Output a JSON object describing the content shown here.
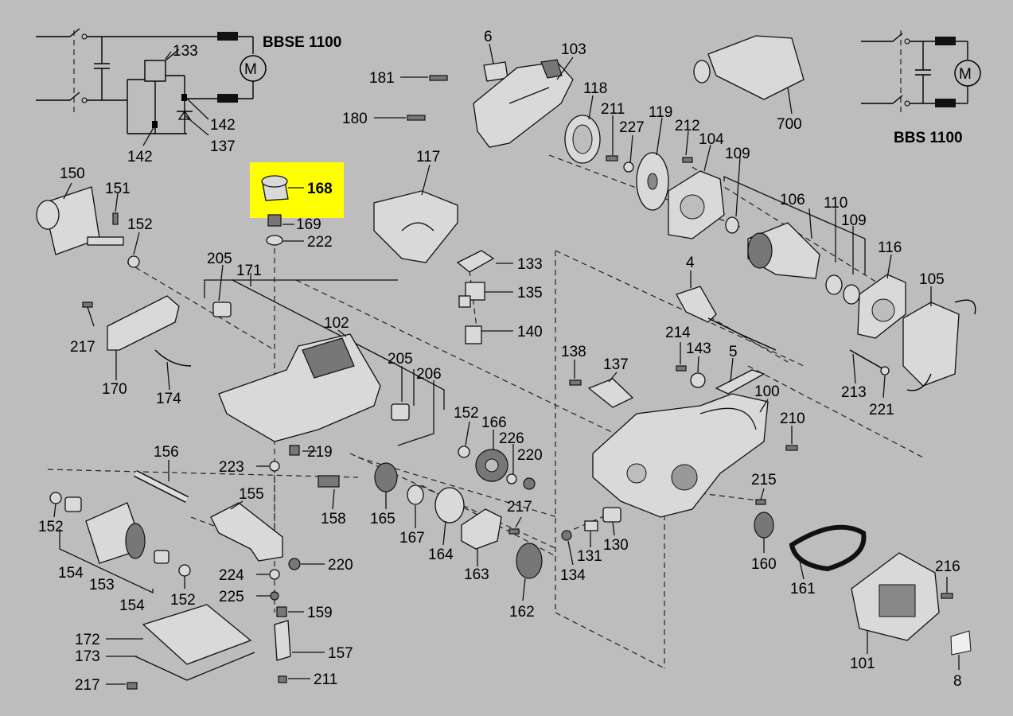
{
  "models": {
    "left": "BBSE 1100",
    "right": "BBS 1100"
  },
  "highlight": {
    "part": "168",
    "color": "#ffff00"
  },
  "labels": {
    "p6": "6",
    "p103": "103",
    "p181": "181",
    "p180": "180",
    "p118": "118",
    "p211a": "211",
    "p227": "227",
    "p119": "119",
    "p212": "212",
    "p104": "104",
    "p109a": "109",
    "p700": "700",
    "p133a": "133",
    "p142a": "142",
    "p142b": "142",
    "p137a": "137",
    "p150": "150",
    "p151": "151",
    "p152a": "152",
    "p168": "168",
    "p169": "169",
    "p222": "222",
    "p117": "117",
    "p106": "106",
    "p110": "110",
    "p109b": "109",
    "p116": "116",
    "p105": "105",
    "p133b": "133",
    "p135": "135",
    "p140": "140",
    "p4": "4",
    "p205a": "205",
    "p171": "171",
    "p102": "102",
    "p217a": "217",
    "p170": "170",
    "p174": "174",
    "p214": "214",
    "p143": "143",
    "p5": "5",
    "p138": "138",
    "p137b": "137",
    "p213": "213",
    "p221": "221",
    "p100": "100",
    "p210": "210",
    "p205b": "205",
    "p206": "206",
    "p152b": "152",
    "p166": "166",
    "p226": "226",
    "p220a": "220",
    "p219": "219",
    "p223": "223",
    "p156": "156",
    "p155": "155",
    "p158": "158",
    "p165": "165",
    "p167": "167",
    "p164": "164",
    "p217b": "217",
    "p163": "163",
    "p131": "131",
    "p130": "130",
    "p134": "134",
    "p215": "215",
    "p160": "160",
    "p161": "161",
    "p216": "216",
    "p101": "101",
    "p8": "8",
    "p152c": "152",
    "p154a": "154",
    "p153": "153",
    "p154b": "154",
    "p152d": "152",
    "p220b": "220",
    "p224": "224",
    "p225": "225",
    "p159": "159",
    "p162": "162",
    "p172": "172",
    "p173": "173",
    "p157": "157",
    "p217c": "217",
    "p211b": "211"
  }
}
